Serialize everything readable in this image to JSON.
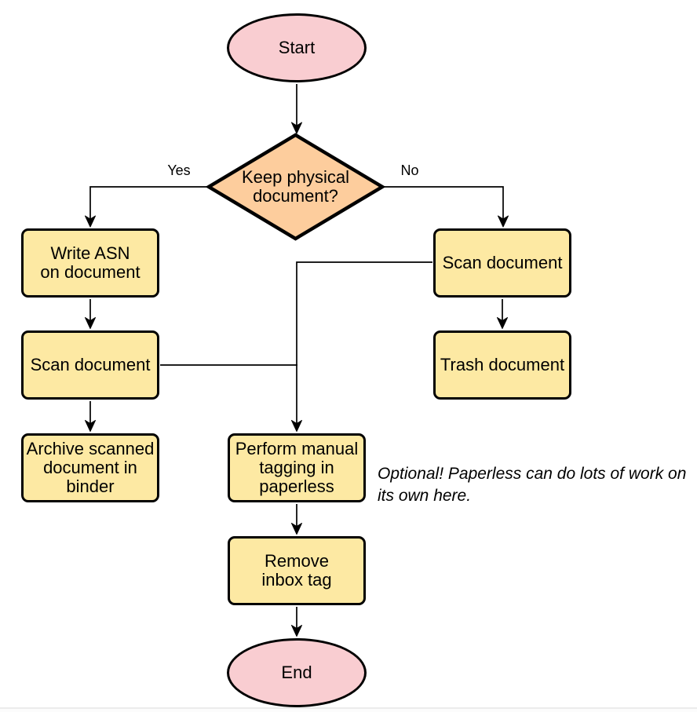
{
  "colors": {
    "terminator-fill": "#f9cdd1",
    "decision-fill": "#fdcd9d",
    "process-fill": "#fde9a3",
    "shape-stroke": "#000000",
    "edge-stroke": "#000000",
    "text": "#000000"
  },
  "diagram": {
    "type": "flowchart",
    "nodes": {
      "start": {
        "shape": "terminator",
        "label": "Start",
        "lines": [
          "Start"
        ]
      },
      "decision": {
        "shape": "decision",
        "label": "Keep physical document?",
        "lines": [
          "Keep physical",
          "document?"
        ]
      },
      "write_asn": {
        "shape": "process",
        "label": "Write ASN on document",
        "lines": [
          "Write ASN",
          "on document"
        ]
      },
      "scan_left": {
        "shape": "process",
        "label": "Scan document",
        "lines": [
          "Scan document"
        ]
      },
      "archive": {
        "shape": "process",
        "label": "Archive scanned document in binder",
        "lines": [
          "Archive scanned",
          "document in",
          "binder"
        ]
      },
      "scan_right": {
        "shape": "process",
        "label": "Scan document",
        "lines": [
          "Scan document"
        ]
      },
      "trash": {
        "shape": "process",
        "label": "Trash document",
        "lines": [
          "Trash document"
        ]
      },
      "tagging": {
        "shape": "process",
        "label": "Perform manual tagging in paperless",
        "lines": [
          "Perform manual",
          "tagging in",
          "paperless"
        ]
      },
      "remove_inbox": {
        "shape": "process",
        "label": "Remove inbox tag",
        "lines": [
          "Remove",
          "inbox tag"
        ]
      },
      "end": {
        "shape": "terminator",
        "label": "End",
        "lines": [
          "End"
        ]
      }
    },
    "edges": [
      {
        "from": "start",
        "to": "decision",
        "label": ""
      },
      {
        "from": "decision",
        "to": "write_asn",
        "label": "Yes"
      },
      {
        "from": "decision",
        "to": "scan_right",
        "label": "No"
      },
      {
        "from": "write_asn",
        "to": "scan_left",
        "label": ""
      },
      {
        "from": "scan_left",
        "to": "archive",
        "label": ""
      },
      {
        "from": "scan_right",
        "to": "trash",
        "label": ""
      },
      {
        "from": "scan_right",
        "to": "tagging",
        "label": ""
      },
      {
        "from": "scan_left",
        "to": "tagging",
        "label": ""
      },
      {
        "from": "tagging",
        "to": "remove_inbox",
        "label": ""
      },
      {
        "from": "remove_inbox",
        "to": "end",
        "label": ""
      }
    ],
    "note": {
      "text": "Optional! Paperless can do lots of work on its own here.",
      "lines": [
        "Optional! Paperless can do lots of work on",
        "its own here."
      ]
    }
  }
}
